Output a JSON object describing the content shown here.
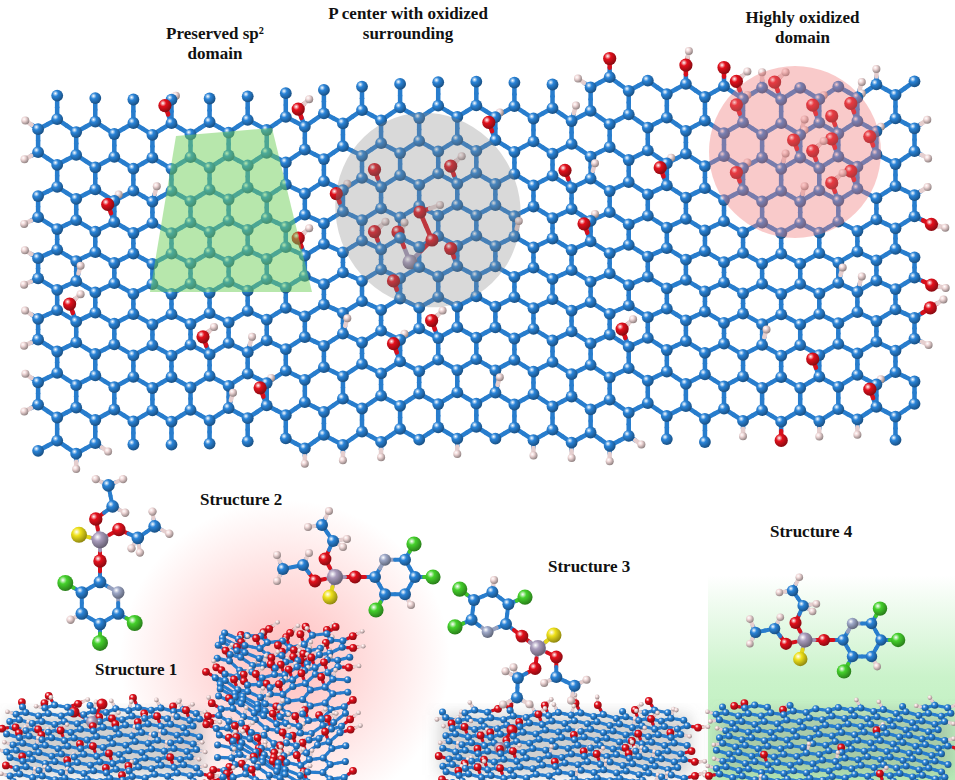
{
  "diagram": {
    "labels": [
      "Preserved sp² domain",
      "P center with oxidized surrounding",
      "Highly oxidized domain",
      "Structure 1",
      "Structure 2",
      "Structure 3",
      "Structure 4"
    ]
  }
}
